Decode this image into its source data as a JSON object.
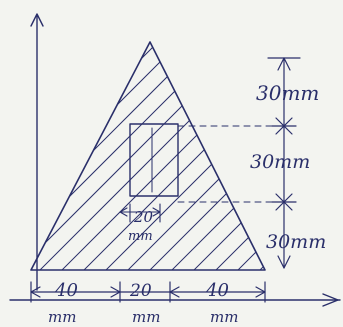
{
  "dimensions": {
    "top_spacing": "30mm",
    "middle_spacing": "30mm",
    "bottom_spacing": "30mm",
    "base_left": "40",
    "base_middle": "20",
    "base_right": "40",
    "base_units": [
      "mm",
      "mm",
      "mm"
    ],
    "slot_width": "20",
    "slot_width_unit": "mm"
  },
  "colors": {
    "ink": "#2a2f6a",
    "paper": "#f3f4f0"
  }
}
